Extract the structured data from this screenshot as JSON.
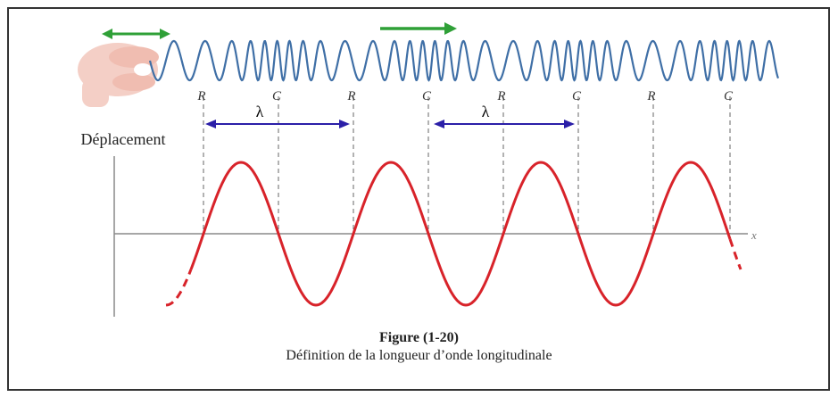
{
  "colors": {
    "spring": "#3f6fa6",
    "wave": "#d8232a",
    "lambda_arrow": "#2b1fa8",
    "motion_arrow": "#2fa037",
    "hand": "#f2c2b8",
    "axis": "#8a8a8a",
    "dashed": "#666666"
  },
  "icons": [
    "hand-icon",
    "double-arrow-icon",
    "right-arrow-icon"
  ],
  "labels": {
    "displacement": "Déplacement",
    "x_axis": "x",
    "lambda": "λ",
    "markers": [
      "R",
      "C",
      "R",
      "C",
      "R",
      "C",
      "R",
      "C"
    ]
  },
  "caption": {
    "title": "Figure (1-20)",
    "subtitle": "Définition de la longueur d’onde longitudinale"
  }
}
